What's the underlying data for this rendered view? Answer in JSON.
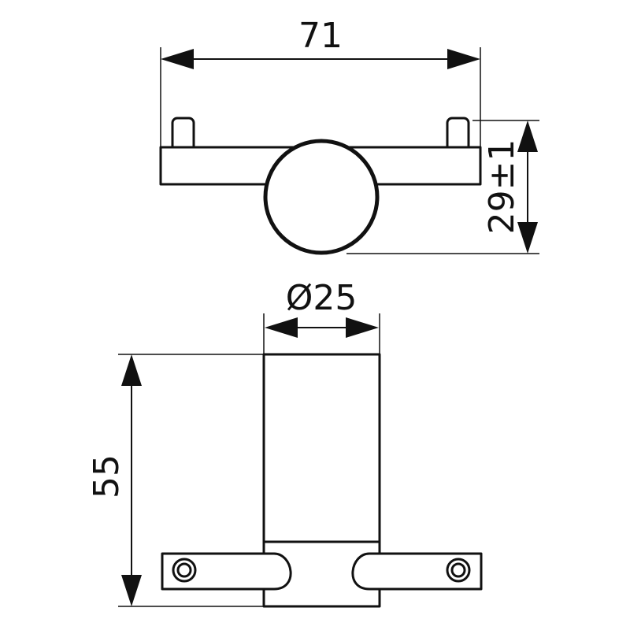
{
  "dimensions": {
    "width_top": "71",
    "height_top": "29±1",
    "diameter": "Ø25",
    "height_side": "55"
  },
  "colors": {
    "line": "#111111",
    "background": "#ffffff"
  }
}
